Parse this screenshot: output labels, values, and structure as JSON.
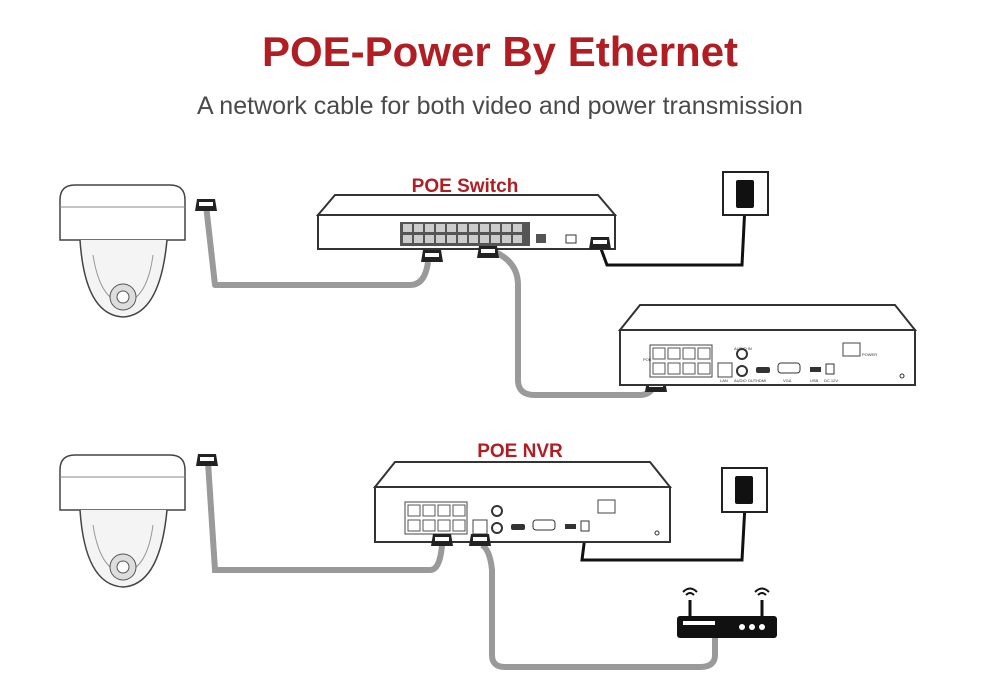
{
  "header": {
    "title": "POE-Power By Ethernet",
    "subtitle": "A network cable for both video and power transmission"
  },
  "diagram": {
    "switch_label": "POE Switch",
    "nvr_label": "POE NVR",
    "nvr_panel": {
      "poe": "POE",
      "lan": "LAN",
      "audio_in": "AUDIO IN",
      "audio_out": "AUDIO OUT",
      "hdmi": "HDMI",
      "vga": "VGA",
      "usb": "USB",
      "dc": "DC 12V",
      "power": "POWER"
    },
    "colors": {
      "title": "#b01e23",
      "ethernet_cable": "#9a9a9a",
      "power_cable": "#111111"
    }
  }
}
